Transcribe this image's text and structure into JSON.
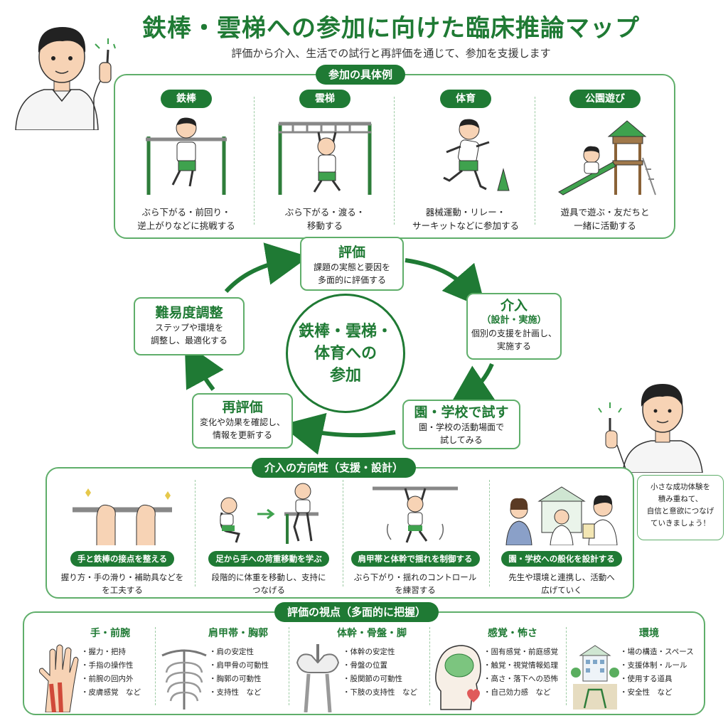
{
  "title": "鉄棒・雲梯への参加に向けた臨床推論マップ",
  "subtitle": "評価から介入、生活での試行と再評価を通じて、参加を支援します",
  "examples": {
    "heading": "参加の具体例",
    "items": [
      {
        "label": "鉄棒",
        "desc1": "ぶら下がる・前回り・",
        "desc2": "逆上がりなどに挑戦する"
      },
      {
        "label": "雲梯",
        "desc1": "ぶら下がる・渡る・",
        "desc2": "移動する"
      },
      {
        "label": "体育",
        "desc1": "器械運動・リレー・",
        "desc2": "サーキットなどに参加する"
      },
      {
        "label": "公園遊び",
        "desc1": "遊具で遊ぶ・友だちと",
        "desc2": "一緒に活動する"
      }
    ]
  },
  "cycle": {
    "center": "鉄棒・雲梯・\n体育への\n参加",
    "eval": {
      "title": "評価",
      "l1": "課題の実態と要因を",
      "l2": "多面的に評価する"
    },
    "interv": {
      "title": "介入",
      "sub": "（設計・実施）",
      "l1": "個別の支援を計画し、",
      "l2": "実施する"
    },
    "trial": {
      "title": "園・学校で試す",
      "l1": "園・学校の活動場面で",
      "l2": "試してみる"
    },
    "reeval": {
      "title": "再評価",
      "l1": "変化や効果を確認し、",
      "l2": "情報を更新する"
    },
    "adjust": {
      "title": "難易度調整",
      "l1": "ステップや環境を",
      "l2": "調整し、最適化する"
    }
  },
  "intervention": {
    "heading": "介入の方向性（支援・設計）",
    "items": [
      {
        "label": "手と鉄棒の接点を整える",
        "desc1": "握り方・手の滑り・補助具などを",
        "desc2": "を工夫する"
      },
      {
        "label": "足から手への荷重移動を学ぶ",
        "desc1": "段階的に体重を移動し、支持に",
        "desc2": "つなげる"
      },
      {
        "label": "肩甲帯と体幹で揺れを制御する",
        "desc1": "ぶら下がり・揺れのコントロール",
        "desc2": "を練習する"
      },
      {
        "label": "園・学校への般化を設計する",
        "desc1": "先生や環境と連携し、活動へ",
        "desc2": "広げていく"
      }
    ]
  },
  "speech": {
    "l1": "小さな成功体験を",
    "l2": "積み重ねて、",
    "l3": "自信と意欲につなげ",
    "l4": "ていきましょう！"
  },
  "evaluation": {
    "heading": "評価の視点（多面的に把握）",
    "items": [
      {
        "title": "手・前腕",
        "points": [
          "握力・把持",
          "手指の操作性",
          "前腕の回内外",
          "皮膚感覚　など"
        ]
      },
      {
        "title": "肩甲帯・胸郭",
        "points": [
          "肩の安定性",
          "肩甲骨の可動性",
          "胸郭の可動性",
          "支持性　など"
        ]
      },
      {
        "title": "体幹・骨盤・脚",
        "points": [
          "体幹の安定性",
          "骨盤の位置",
          "股関節の可動性",
          "下肢の支持性　など"
        ]
      },
      {
        "title": "感覚・怖さ",
        "points": [
          "固有感覚・前庭感覚",
          "触覚・視覚情報処理",
          "高さ・落下への恐怖",
          "自己効力感　など"
        ]
      },
      {
        "title": "環境",
        "points": [
          "場の構造・スペース",
          "支援体制・ルール",
          "使用する道具",
          "安全性　など"
        ]
      }
    ]
  },
  "colors": {
    "primary": "#1f7a34",
    "border": "#5fae6a",
    "accent": "#3fa24e"
  }
}
